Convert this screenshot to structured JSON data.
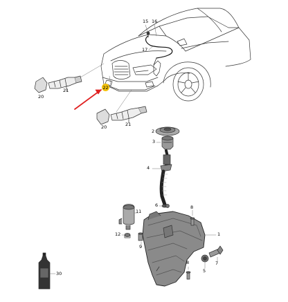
{
  "diagram": {
    "callouts": [
      {
        "id": "c15",
        "label": "15"
      },
      {
        "id": "c16",
        "label": "16"
      },
      {
        "id": "c17",
        "label": "17"
      },
      {
        "id": "c21a",
        "label": "21"
      },
      {
        "id": "c20a",
        "label": "20"
      },
      {
        "id": "c22",
        "label": "22"
      },
      {
        "id": "c20b",
        "label": "20"
      },
      {
        "id": "c21b",
        "label": "21"
      },
      {
        "id": "c2",
        "label": "2"
      },
      {
        "id": "c3",
        "label": "3"
      },
      {
        "id": "c4",
        "label": "4"
      },
      {
        "id": "c6",
        "label": "6"
      },
      {
        "id": "c11",
        "label": "11"
      },
      {
        "id": "c12",
        "label": "12"
      },
      {
        "id": "c9",
        "label": "9"
      },
      {
        "id": "c8a",
        "label": "8"
      },
      {
        "id": "c1",
        "label": "1"
      },
      {
        "id": "c8b",
        "label": "8"
      },
      {
        "id": "c5",
        "label": "5"
      },
      {
        "id": "c7",
        "label": "7"
      },
      {
        "id": "c30",
        "label": "30"
      }
    ],
    "highlight_color": "#f4c20d",
    "arrow_color": "#e02020"
  }
}
